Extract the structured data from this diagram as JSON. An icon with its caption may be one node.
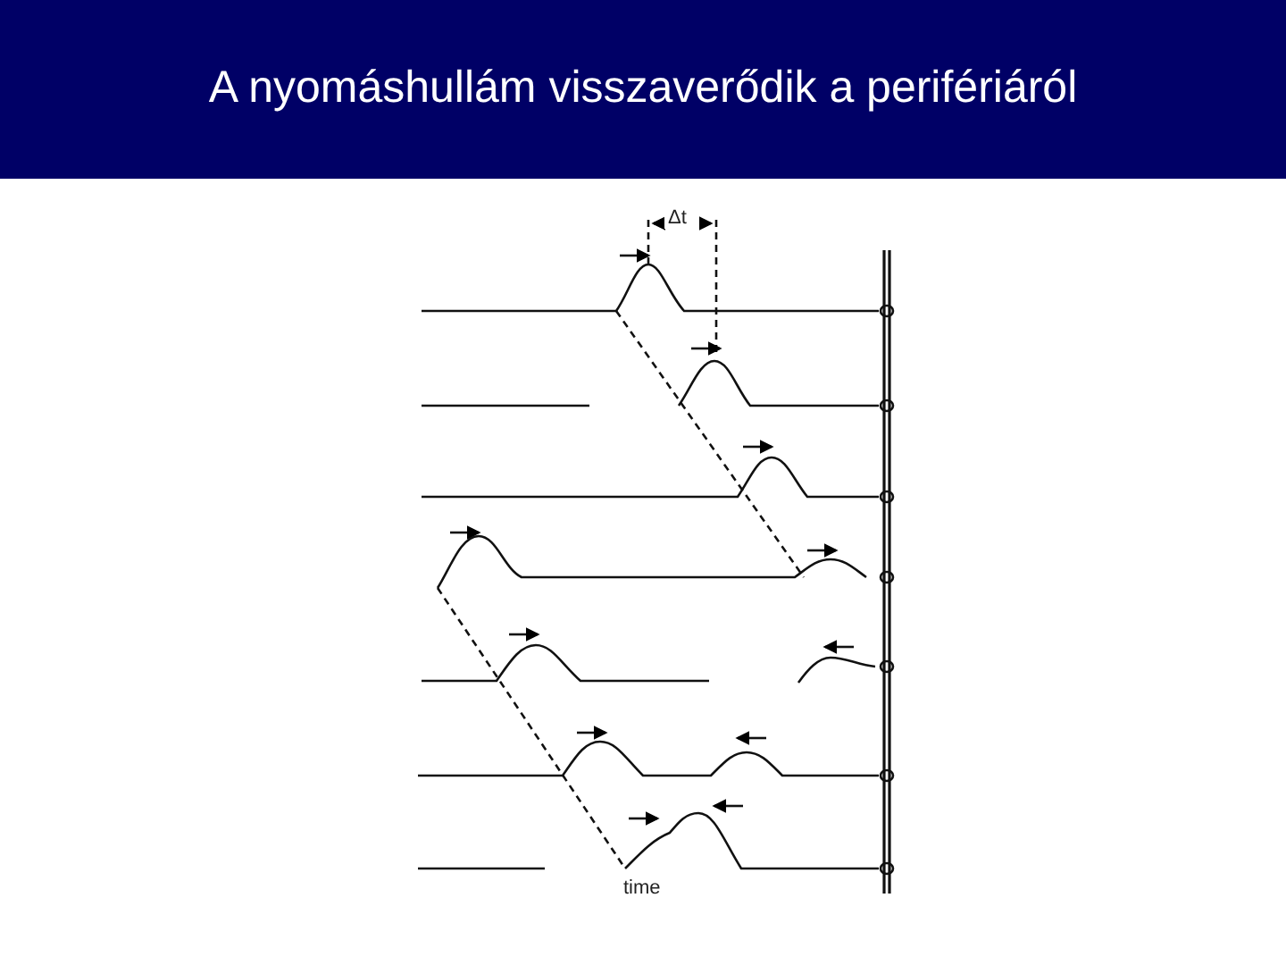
{
  "diagram": {
    "title": "A nyomáshullám visszaverődik a perifériáról",
    "labels": [
      "Δt",
      "time"
    ]
  }
}
